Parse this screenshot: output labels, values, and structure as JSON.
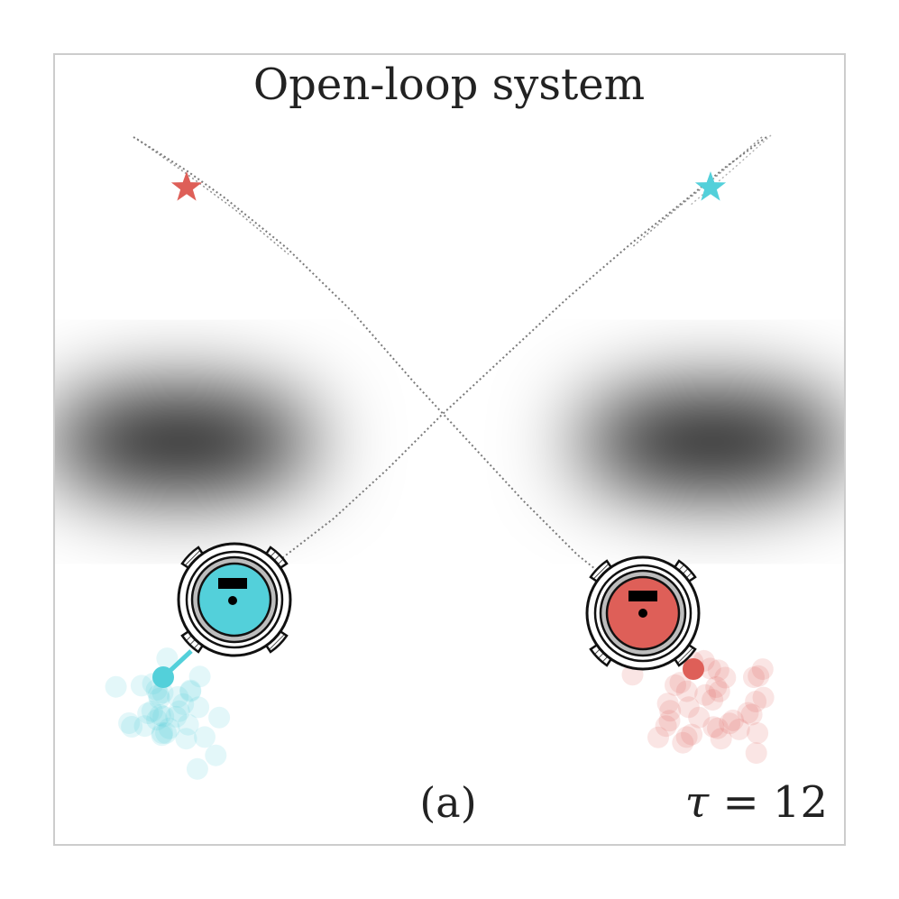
{
  "title": "Open-loop system",
  "panel_label": "(a)",
  "tau": {
    "symbol": "τ",
    "equals": " = ",
    "value": "12"
  },
  "colors": {
    "cyan": "#53D0DA",
    "red": "#DE5F58",
    "trajectory": "#7a7a7a",
    "frame": "#cccccc",
    "obstacle": "#000000"
  },
  "icons": {
    "robot": "robot-icon",
    "goal": "star-icon"
  },
  "robots": [
    {
      "name": "robot-cyan",
      "color": "cyan",
      "goal_color": "red"
    },
    {
      "name": "robot-red",
      "color": "red",
      "goal_color": "cyan"
    }
  ]
}
